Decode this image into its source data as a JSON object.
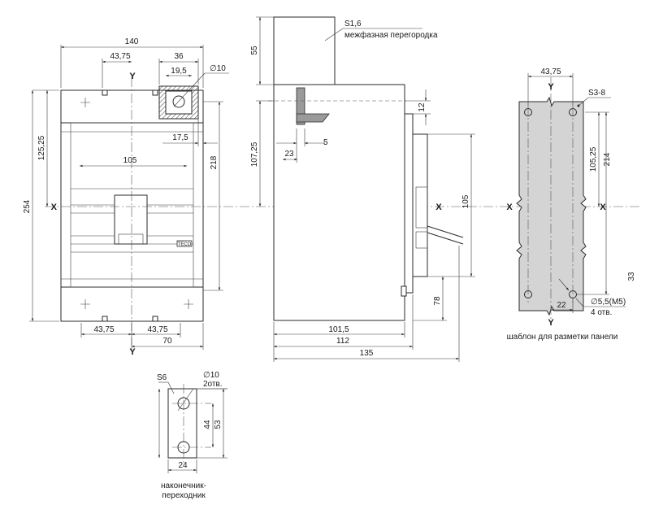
{
  "front_view": {
    "dimensions": {
      "width_total": "140",
      "top_left_offset": "43,75",
      "terminal_width": "36",
      "terminal_inner": "19,5",
      "hole_dia": "∅10",
      "height_upper": "125,25",
      "height_total": "254",
      "height_mid": "218",
      "terminal_depth": "17,5",
      "inner_width": "105",
      "bottom_left_offset": "43,75",
      "bottom_right_offset": "43,75",
      "bottom_half_width": "70"
    },
    "axis_labels": {
      "y_top": "Y",
      "y_bottom": "Y",
      "x_left": "X"
    }
  },
  "side_view": {
    "dimensions": {
      "partition_height": "55",
      "height_upper": "107,25",
      "offset_23": "23",
      "offset_5": "5",
      "depth_12": "12",
      "height_105": "105",
      "height_78": "78",
      "depth_101_5": "101,5",
      "depth_112": "112",
      "depth_135": "135"
    },
    "partition_label": "S1,6",
    "partition_caption": "межфазная перегородка",
    "axis_label_x": "X"
  },
  "template": {
    "dimensions": {
      "width_top": "43,75",
      "thickness": "S3-8",
      "height_105_25": "105,25",
      "height_214": "214",
      "width_bottom": "22",
      "hole": "∅5,5(M5)",
      "hole_count": "4 отв.",
      "side_33": "33"
    },
    "axis_labels": {
      "y_top": "Y",
      "y_bottom": "Y",
      "x_left": "X",
      "x_right": "X"
    },
    "caption": "шаблон для разметки панели"
  },
  "adapter": {
    "dimensions": {
      "thickness": "S6",
      "hole_dia": "∅10",
      "hole_count": "2отв.",
      "spacing_44": "44",
      "height_53": "53",
      "width_24": "24"
    },
    "caption_line1": "наконечник-",
    "caption_line2": "переходник"
  },
  "marking": "ТЕСО"
}
